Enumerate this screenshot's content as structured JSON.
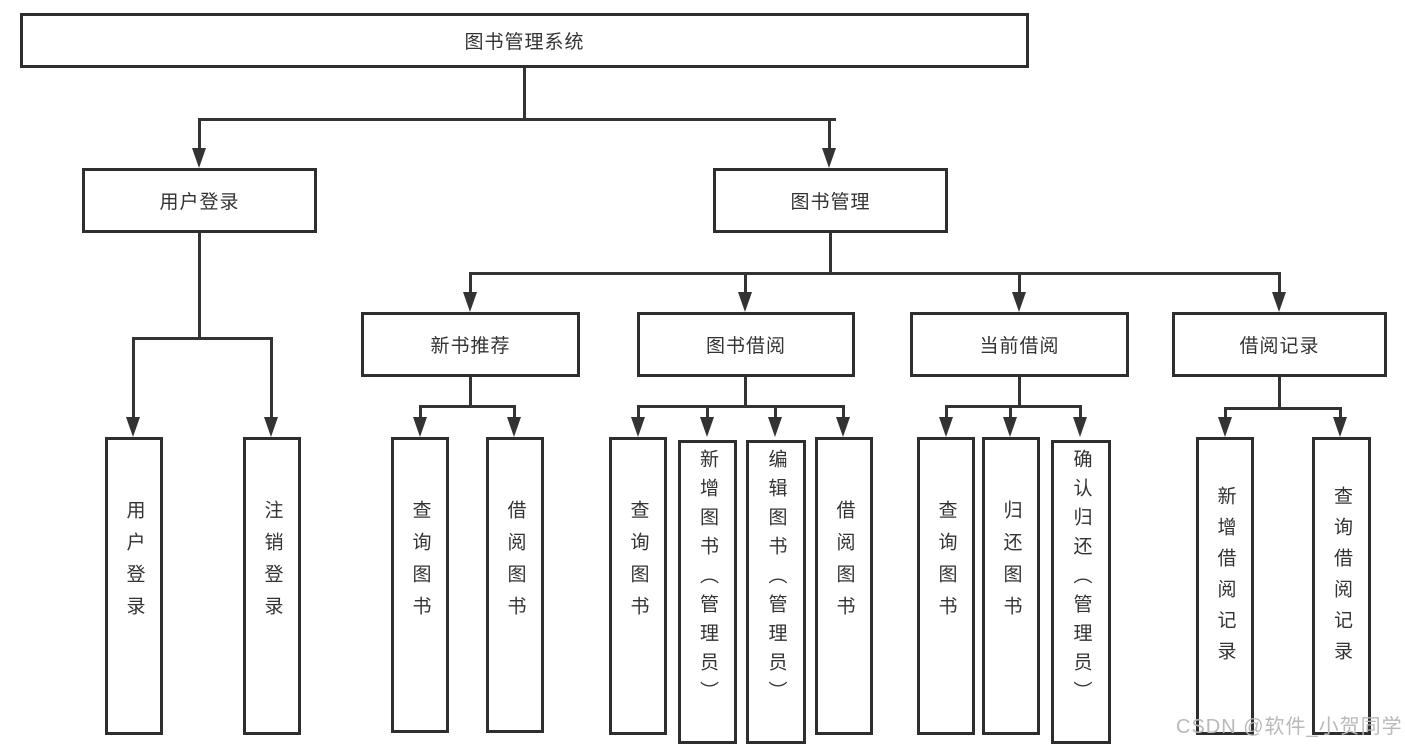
{
  "diagram": {
    "root": {
      "label": "图书管理系统"
    },
    "level1": {
      "user_login": {
        "label": "用户登录"
      },
      "book_mgmt": {
        "label": "图书管理"
      }
    },
    "level2": {
      "new_book_rec": {
        "label": "新书推荐"
      },
      "book_borrow": {
        "label": "图书借阅"
      },
      "current_borrow": {
        "label": "当前借阅"
      },
      "borrow_records": {
        "label": "借阅记录"
      }
    },
    "leaves": {
      "user_login_leaf": {
        "label": "用户登录"
      },
      "logout_leaf": {
        "label": "注销登录"
      },
      "query_book_1": {
        "label": "查询图书"
      },
      "borrow_book_1": {
        "label": "借阅图书"
      },
      "query_book_2": {
        "label": "查询图书"
      },
      "add_book_admin": {
        "label": "新增图书（管理员）"
      },
      "edit_book_admin": {
        "label": "编辑图书（管理员）"
      },
      "borrow_book_2": {
        "label": "借阅图书"
      },
      "query_book_3": {
        "label": "查询图书"
      },
      "return_book": {
        "label": "归还图书"
      },
      "confirm_return_admin": {
        "label": "确认归还（管理员）"
      },
      "add_borrow_record": {
        "label": "新增借阅记录"
      },
      "query_borrow_record": {
        "label": "查询借阅记录"
      }
    }
  },
  "watermark": {
    "text": "CSDN @软件_小贺同学"
  },
  "colors": {
    "line": "#333333",
    "border": "#2e2e2e",
    "text": "#333333",
    "watermark": "#b9b9b9",
    "background": "#ffffff"
  }
}
